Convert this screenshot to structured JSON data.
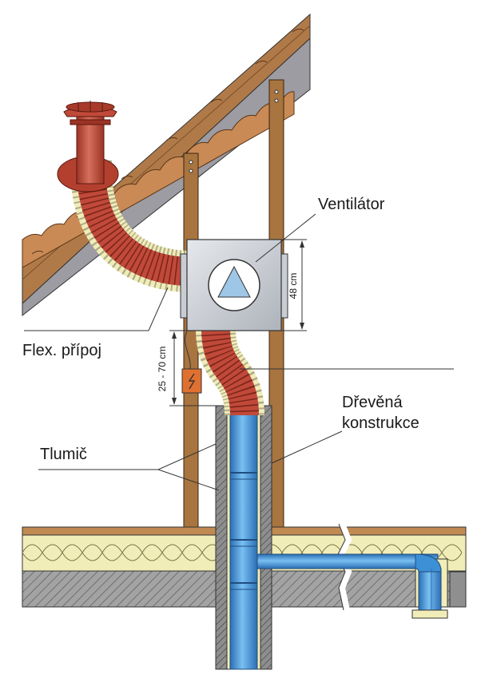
{
  "labels": {
    "fan": "Ventilátor",
    "flex_connection": "Flex. přípoj",
    "wooden_structure_line1": "Dřevěná",
    "wooden_structure_line2": "konstrukce",
    "silencer": "Tlumič"
  },
  "dimensions": {
    "fan_height": "48 cm",
    "fan_elevation": "25 - 70 cm"
  },
  "colors": {
    "roof_deck": "#9b9ba0",
    "tile": "#c98a55",
    "rafter": "#b07a48",
    "wood": "#a8743f",
    "red_duct": "#c0493a",
    "blue_duct": "#3d8fd6",
    "insulation": "#f1edb8",
    "concrete": "#9a9a9a",
    "fan_box": "#c9cdd3",
    "fan_arrow": "#9ec6e6",
    "switch": "#e07030"
  },
  "icons": {
    "fan_symbol": "triangle-in-circle-icon",
    "electrical_switch": "lightning-switch-icon"
  }
}
